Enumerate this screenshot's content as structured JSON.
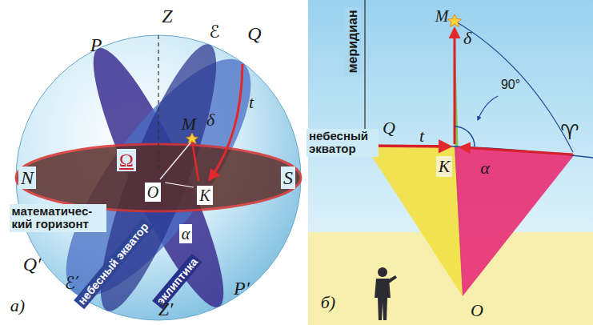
{
  "diagram": {
    "labels": [
      "Z",
      "P",
      "ℰ",
      "Q",
      "M",
      "δ",
      "t",
      "Ω",
      "N",
      "O",
      "K",
      "S",
      "математичес-кий горизонт",
      "α",
      "небесный экватор",
      "эклиптика",
      "Q′",
      "ℰ′",
      "P′",
      "Z′",
      "а)",
      "меридиан",
      "M",
      "δ",
      "90°",
      "небесный экватор",
      "Q",
      "t",
      "K",
      "α",
      "♈",
      "б)",
      "O"
    ]
  }
}
